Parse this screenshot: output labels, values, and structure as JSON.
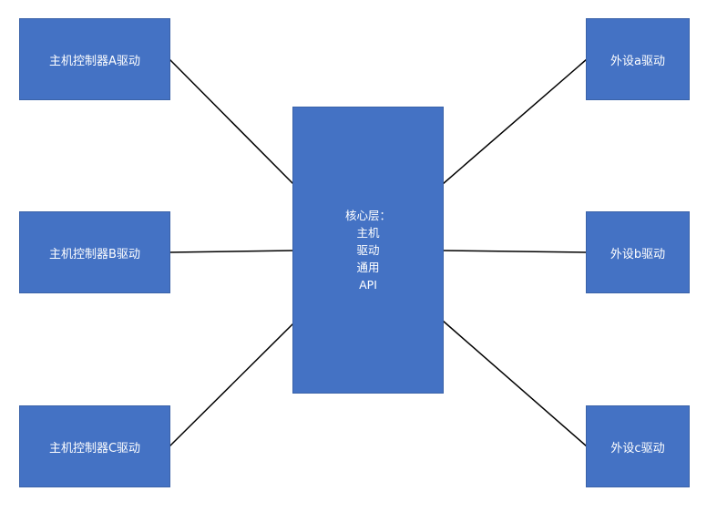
{
  "diagram": {
    "left_nodes": [
      {
        "label": "主机控制器A驱动"
      },
      {
        "label": "主机控制器B驱动"
      },
      {
        "label": "主机控制器C驱动"
      }
    ],
    "core": {
      "lines": [
        "核心层：",
        "主机",
        "驱动",
        "通用",
        "API"
      ]
    },
    "right_nodes": [
      {
        "label": "外设a驱动"
      },
      {
        "label": "外设b驱动"
      },
      {
        "label": "外设c驱动"
      }
    ],
    "colors": {
      "box_fill": "#4472c4",
      "box_border": "#3a62a8",
      "text": "#ffffff",
      "connector": "#000000",
      "background": "#ffffff"
    }
  }
}
